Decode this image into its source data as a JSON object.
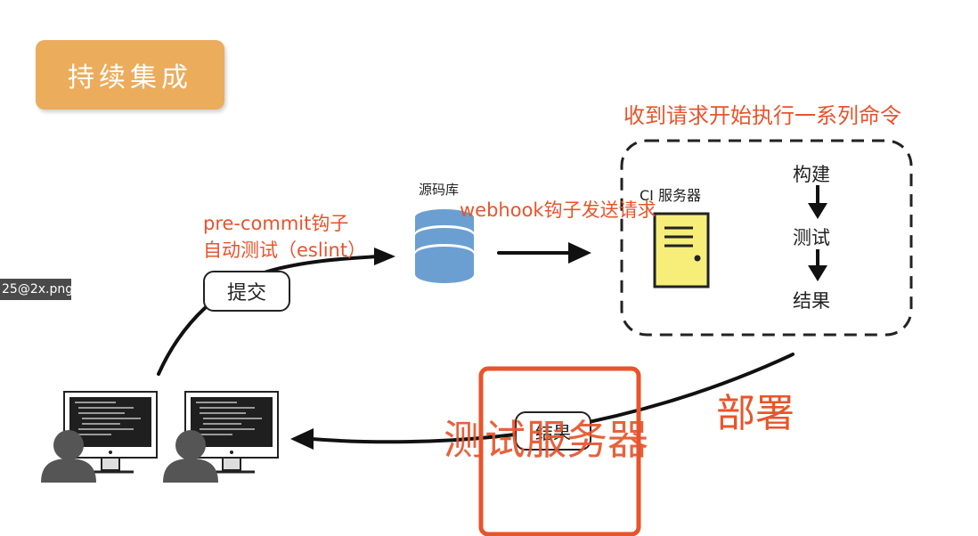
{
  "title": "持续集成",
  "file_tag": "25@2x.png",
  "hook_label_line1": "pre-commit钩子",
  "hook_label_line2": "自动测试（eslint）",
  "submit_label": "提交",
  "repo_label": "源码库",
  "webhook_label": "webhook钩子发送请求",
  "ci_header": "收到请求开始执行一系列命令",
  "ci_server_label": "CI 服务器",
  "steps": [
    "构建",
    "测试",
    "结果"
  ],
  "deploy_label": "部署",
  "test_server_label": "测试服务器",
  "result_pill_label": "结果",
  "colors": {
    "title_bg": "#ebac5c",
    "annotation": "#e8542b",
    "database": "#6b9fd1",
    "server_body": "#f7ee7a",
    "highlight_box": "#e8542b"
  },
  "icons": [
    "database-icon",
    "server-icon",
    "monitor-icon",
    "user-icon",
    "arrow-icon"
  ]
}
